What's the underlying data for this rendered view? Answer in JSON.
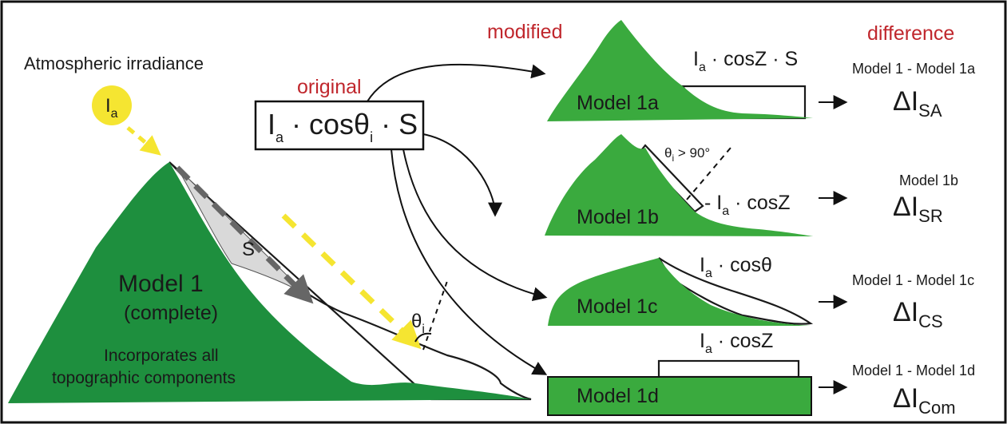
{
  "headers": {
    "original": "original",
    "modified": "modified",
    "difference": "difference"
  },
  "atmospheric_label": "Atmospheric irradiance",
  "sun_label": {
    "main": "I",
    "sub": "a"
  },
  "original_formula": {
    "i": "I",
    "a": "a",
    "cos": " · cosθ",
    "i_sub": "i",
    "s": " · S"
  },
  "main_model": {
    "title": "Model 1",
    "subtitle": "(complete)",
    "desc_line1": "Incorporates all",
    "desc_line2": "topographic components",
    "s_label": "S",
    "theta": "θ",
    "theta_sub": "i"
  },
  "models": [
    {
      "id": "1a",
      "label": "Model 1a",
      "eq_main": "I",
      "eq_sub": "a",
      "eq_rest": " · cosZ · S",
      "diff_label": "Model 1 - Model 1a",
      "delta": "ΔI",
      "delta_sub": "SA"
    },
    {
      "id": "1b",
      "label": "Model 1b",
      "eq_main": "- I",
      "eq_sub": "a",
      "eq_rest": " · cosZ",
      "theta_note": "θ",
      "theta_note_sub": "i",
      "theta_note_rest": " > 90°",
      "diff_label": "Model 1b",
      "delta": "ΔI",
      "delta_sub": "SR"
    },
    {
      "id": "1c",
      "label": "Model 1c",
      "eq_main": "I",
      "eq_sub": "a",
      "eq_rest": " · cosθ",
      "diff_label": "Model 1 - Model 1c",
      "delta": "ΔI",
      "delta_sub": "CS"
    },
    {
      "id": "1d",
      "label": "Model 1d",
      "eq_main": "I",
      "eq_sub": "a",
      "eq_rest": " · cosZ",
      "diff_label": "Model 1 - Model 1d",
      "delta": "ΔI",
      "delta_sub": "Com"
    }
  ],
  "colors": {
    "dark_green": "#1e8f3e",
    "light_green": "#3aaa3e",
    "sun_yellow": "#f5e531",
    "header_red": "#c0272d"
  }
}
